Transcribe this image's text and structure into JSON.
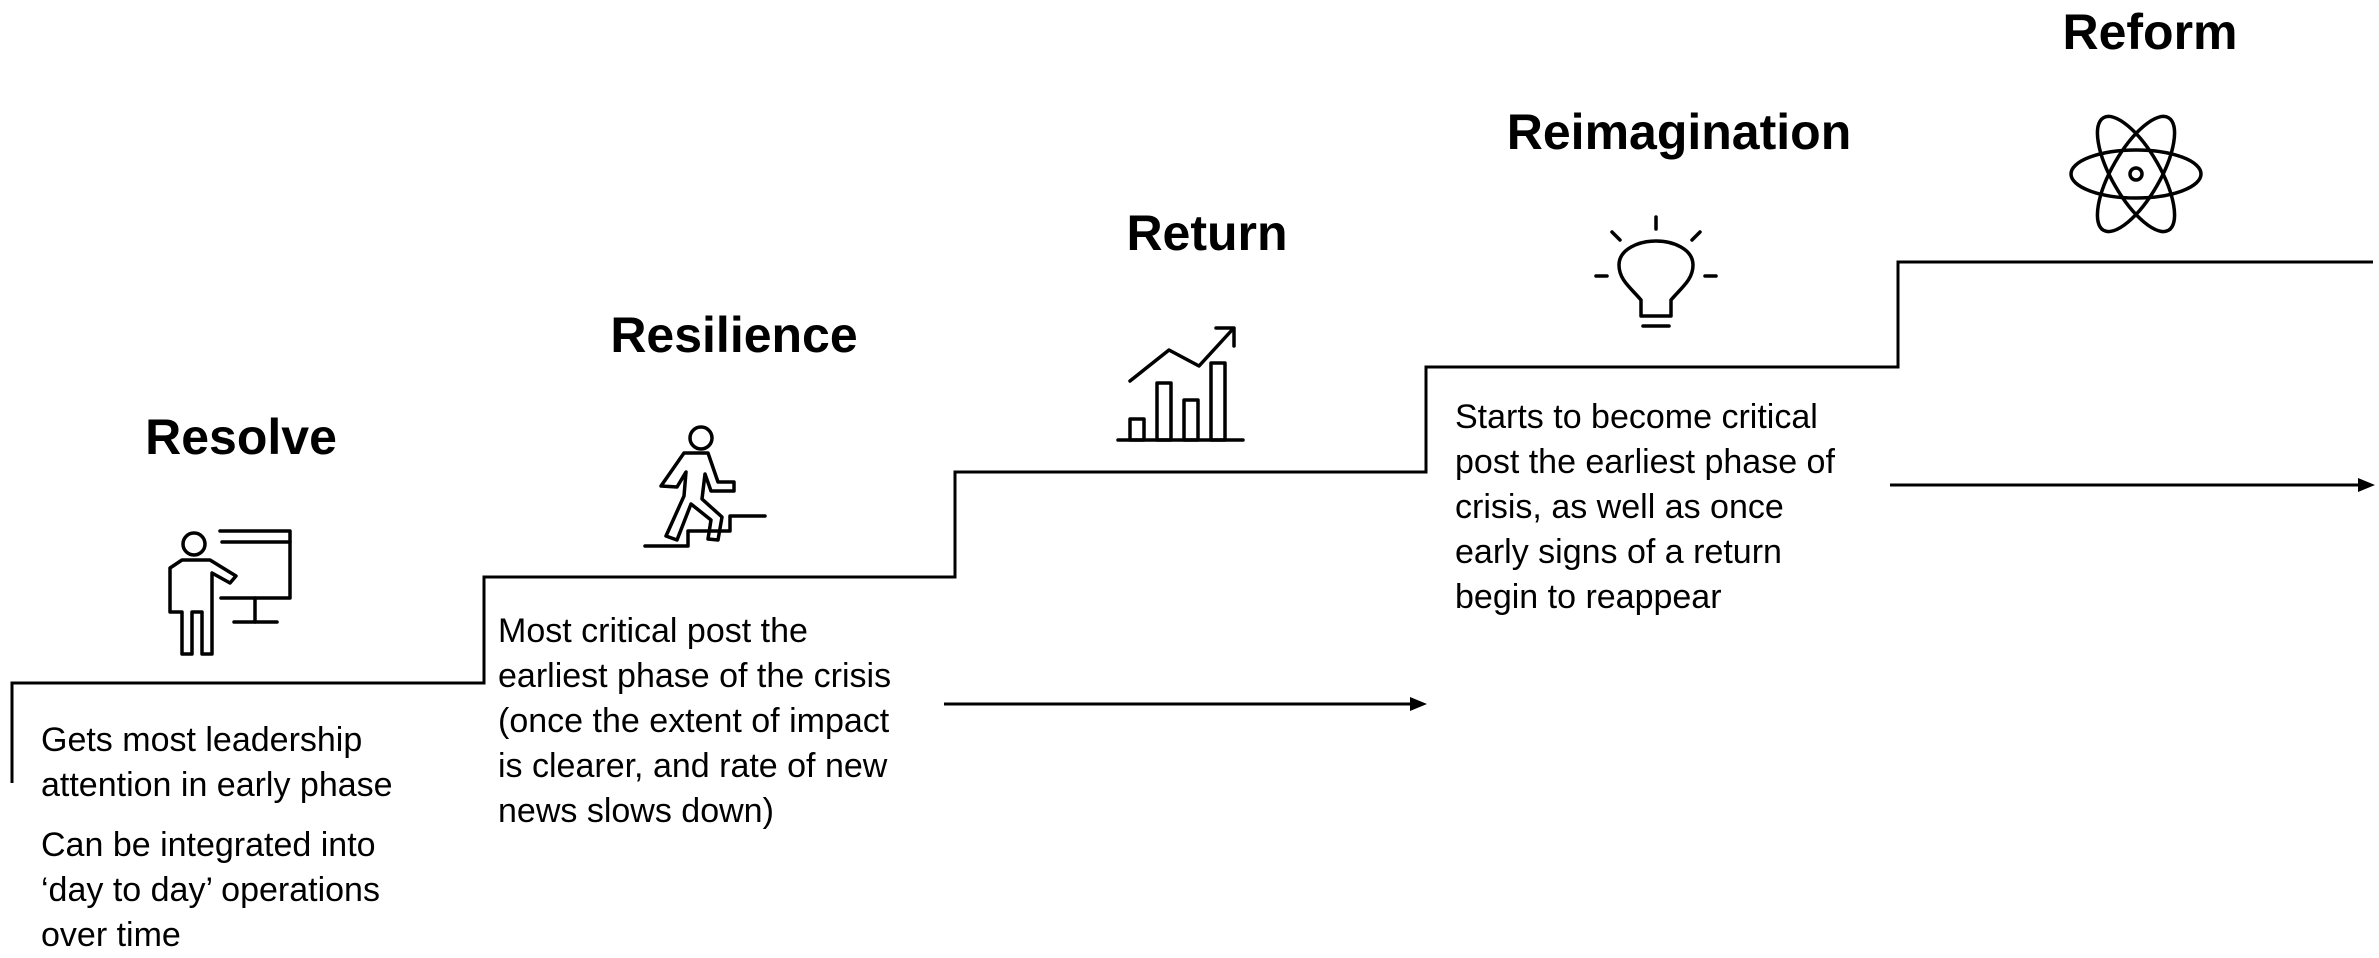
{
  "phases": [
    {
      "title": "Resolve",
      "icon": "presenter-board-icon",
      "descriptions": [
        "Gets most leadership\nattention in early phase",
        "Can be integrated into\n‘day to day’ operations\nover time"
      ]
    },
    {
      "title": "Resilience",
      "icon": "person-climbing-stairs-icon",
      "descriptions": [
        "Most critical post the\nearliest phase of the crisis\n(once the extent of impact\nis clearer, and rate of new\nnews slows down)"
      ]
    },
    {
      "title": "Return",
      "icon": "bar-chart-trend-up-icon",
      "descriptions": []
    },
    {
      "title": "Reimagination",
      "icon": "lightbulb-icon",
      "descriptions": [
        "Starts to become critical\npost the earliest phase of\ncrisis, as well as once\nearly signs of a return\nbegin to reappear"
      ]
    },
    {
      "title": "Reform",
      "icon": "atom-icon",
      "descriptions": []
    }
  ]
}
